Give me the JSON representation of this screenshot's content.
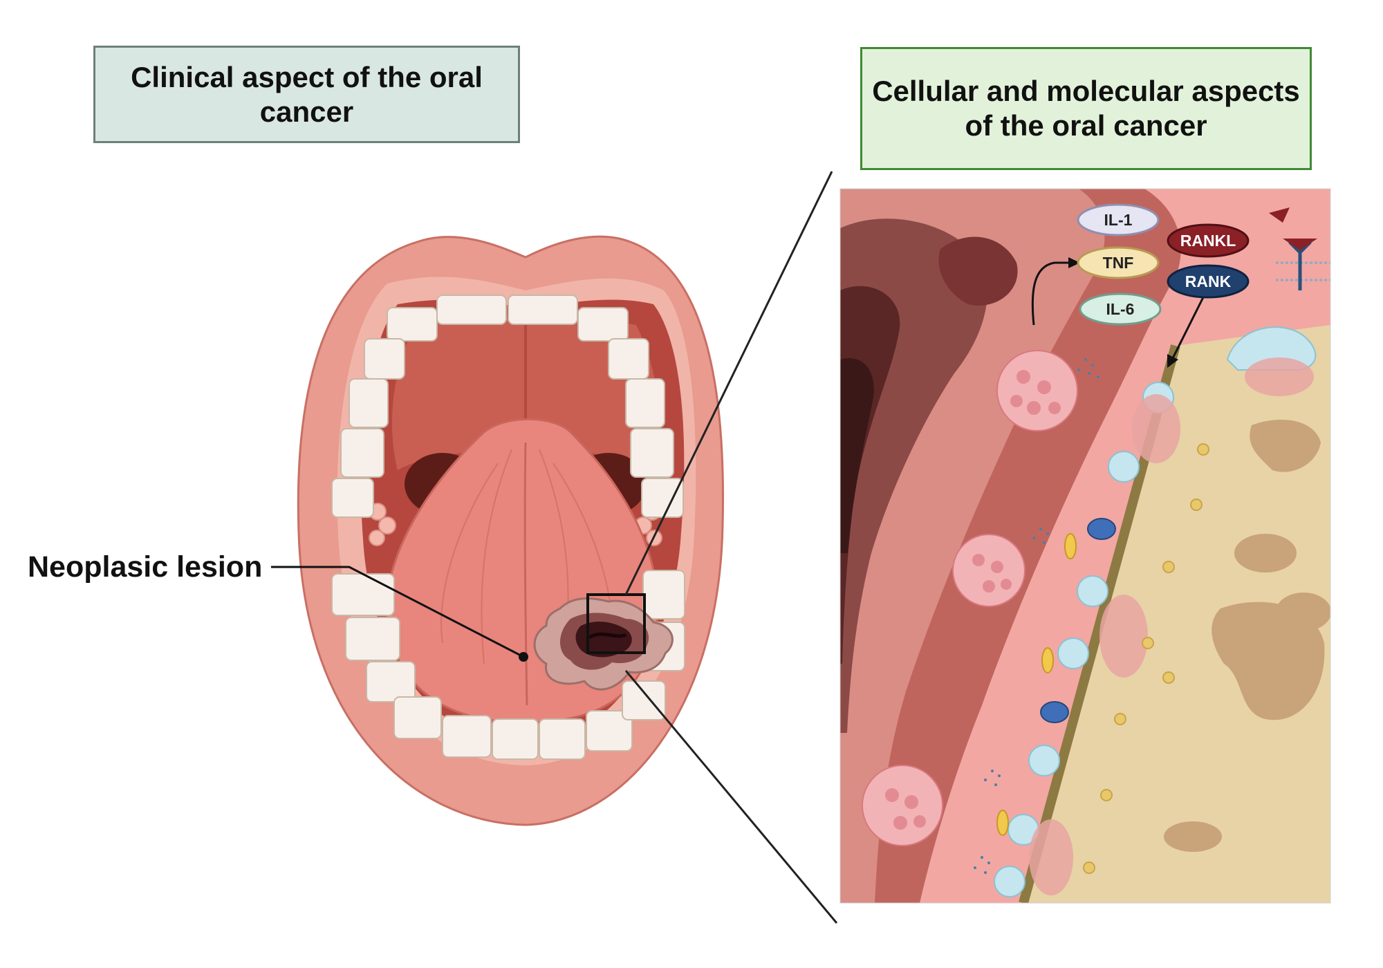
{
  "titles": {
    "clinical": "Clinical aspect of the oral cancer",
    "cellular": "Cellular and molecular aspects of the oral cancer"
  },
  "labels": {
    "lesion": "Neoplasic lesion"
  },
  "cytokines": [
    "IL-1",
    "TNF",
    "IL-6"
  ],
  "receptors": [
    "RANKL",
    "RANK"
  ],
  "colors": {
    "clinical_box_fill": "#d9e7e3",
    "cellular_box_fill": "#e2f2da",
    "cellular_box_border": "#3f8a33",
    "lip": "#e89b8e",
    "tongue": "#e8857c",
    "lesion": "#3b1418",
    "bone": "#e7d3a6",
    "rankl": "#8b2027",
    "rank": "#20406e"
  }
}
